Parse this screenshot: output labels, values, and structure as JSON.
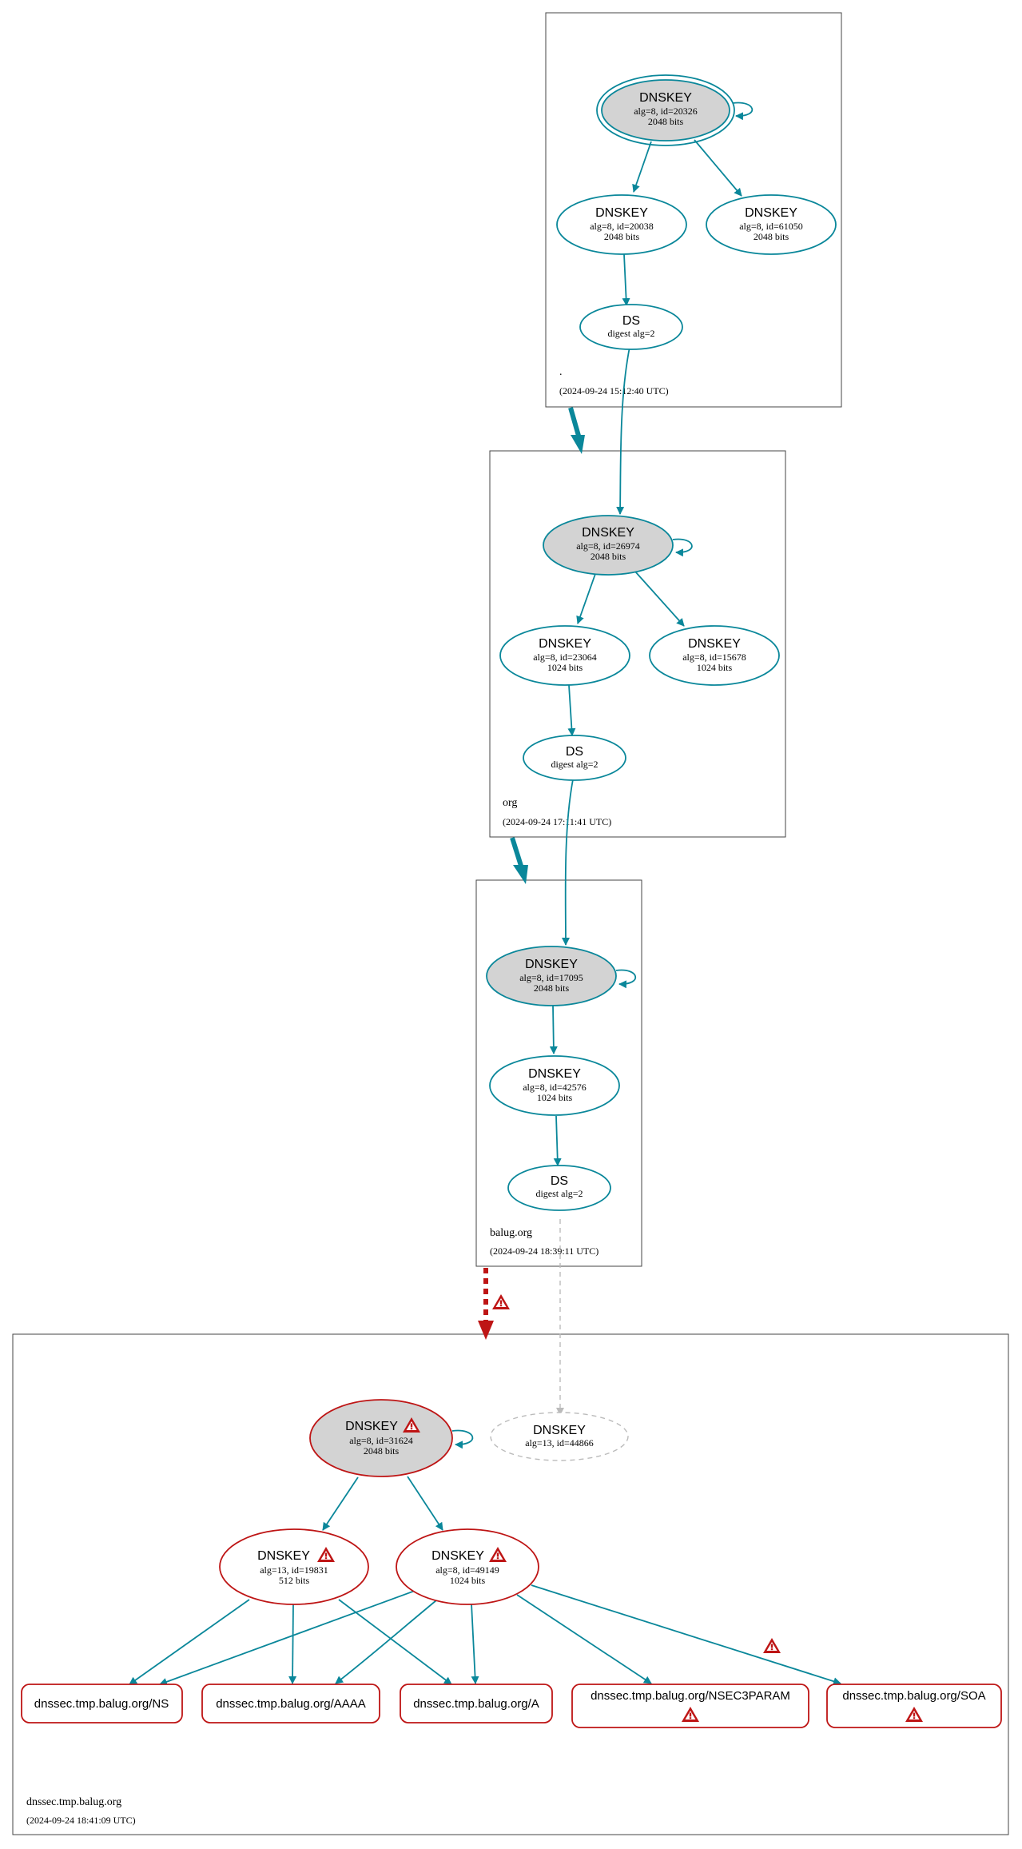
{
  "colors": {
    "secure": "#0a879a",
    "bogus": "#be1515",
    "insecure": "#bbbbbb",
    "ksk_fill": "#d3d3d3",
    "zone_border": "#444444",
    "text": "#000000"
  },
  "zones": {
    "root": {
      "name": ".",
      "timestamp": "(2024-09-24 15:12:40 UTC)"
    },
    "org": {
      "name": "org",
      "timestamp": "(2024-09-24 17:11:41 UTC)"
    },
    "balug": {
      "name": "balug.org",
      "timestamp": "(2024-09-24 18:39:11 UTC)"
    },
    "dnssec": {
      "name": "dnssec.tmp.balug.org",
      "timestamp": "(2024-09-24 18:41:09 UTC)"
    }
  },
  "nodes": {
    "root_ksk": {
      "title": "DNSKEY",
      "line1": "alg=8, id=20326",
      "line2": "2048 bits"
    },
    "root_zsk1": {
      "title": "DNSKEY",
      "line1": "alg=8, id=20038",
      "line2": "2048 bits"
    },
    "root_zsk2": {
      "title": "DNSKEY",
      "line1": "alg=8, id=61050",
      "line2": "2048 bits"
    },
    "root_ds": {
      "title": "DS",
      "line1": "digest alg=2"
    },
    "org_ksk": {
      "title": "DNSKEY",
      "line1": "alg=8, id=26974",
      "line2": "2048 bits"
    },
    "org_zsk1": {
      "title": "DNSKEY",
      "line1": "alg=8, id=23064",
      "line2": "1024 bits"
    },
    "org_zsk2": {
      "title": "DNSKEY",
      "line1": "alg=8, id=15678",
      "line2": "1024 bits"
    },
    "org_ds": {
      "title": "DS",
      "line1": "digest alg=2"
    },
    "balug_ksk": {
      "title": "DNSKEY",
      "line1": "alg=8, id=17095",
      "line2": "2048 bits"
    },
    "balug_zsk": {
      "title": "DNSKEY",
      "line1": "alg=8, id=42576",
      "line2": "1024 bits"
    },
    "balug_ds": {
      "title": "DS",
      "line1": "digest alg=2"
    },
    "dn_ksk": {
      "title": "DNSKEY",
      "line1": "alg=8, id=31624",
      "line2": "2048 bits"
    },
    "dn_missing": {
      "title": "DNSKEY",
      "line1": "alg=13, id=44866"
    },
    "dn_zsk13": {
      "title": "DNSKEY",
      "line1": "alg=13, id=19831",
      "line2": "512 bits"
    },
    "dn_zsk8": {
      "title": "DNSKEY",
      "line1": "alg=8, id=49149",
      "line2": "1024 bits"
    }
  },
  "rrsets": {
    "ns": "dnssec.tmp.balug.org/NS",
    "aaaa": "dnssec.tmp.balug.org/AAAA",
    "a": "dnssec.tmp.balug.org/A",
    "nsec3param": "dnssec.tmp.balug.org/NSEC3PARAM",
    "soa": "dnssec.tmp.balug.org/SOA"
  },
  "icons": {
    "warning": "warning-triangle-icon"
  }
}
